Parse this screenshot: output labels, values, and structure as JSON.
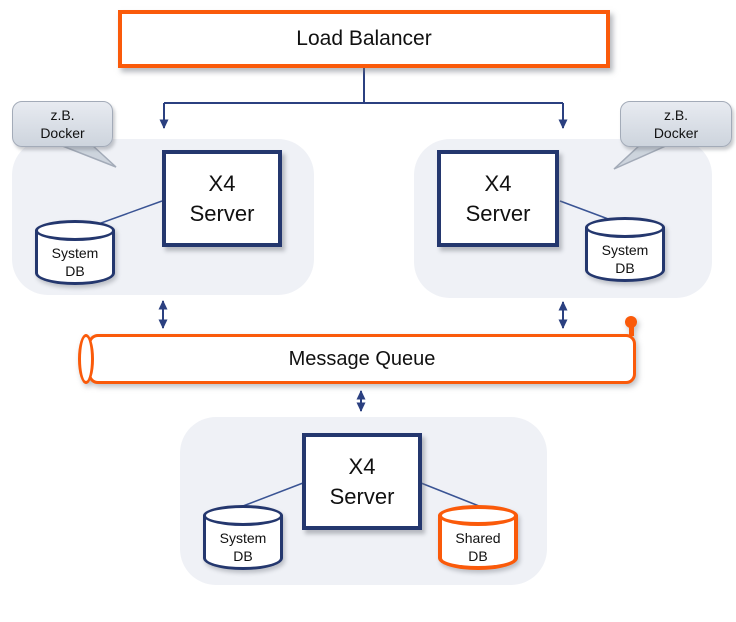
{
  "colors": {
    "orange": "#FA5A0A",
    "navy": "#24376E",
    "arrow": "#2B4080",
    "connector": "#3A5494",
    "panel": "#EFF1F6",
    "callout_top": "#E8EBF1",
    "callout_bottom": "#CDD4DD",
    "callout_border": "#A3ABB8",
    "text": "#111111",
    "background": "#FFFFFF"
  },
  "nodes": {
    "load_balancer": {
      "label": "Load Balancer"
    },
    "message_queue": {
      "label": "Message Queue"
    },
    "server_top_left": {
      "line1": "X4",
      "line2": "Server"
    },
    "server_top_right": {
      "line1": "X4",
      "line2": "Server"
    },
    "server_bottom": {
      "line1": "X4",
      "line2": "Server"
    },
    "system_db_top_left": {
      "line1": "System",
      "line2": "DB"
    },
    "system_db_top_right": {
      "line1": "System",
      "line2": "DB"
    },
    "system_db_bottom": {
      "line1": "System",
      "line2": "DB"
    },
    "shared_db": {
      "line1": "Shared",
      "line2": "DB"
    }
  },
  "callouts": {
    "left": {
      "line1": "z.B.",
      "line2": "Docker"
    },
    "right": {
      "line1": "z.B.",
      "line2": "Docker"
    }
  }
}
